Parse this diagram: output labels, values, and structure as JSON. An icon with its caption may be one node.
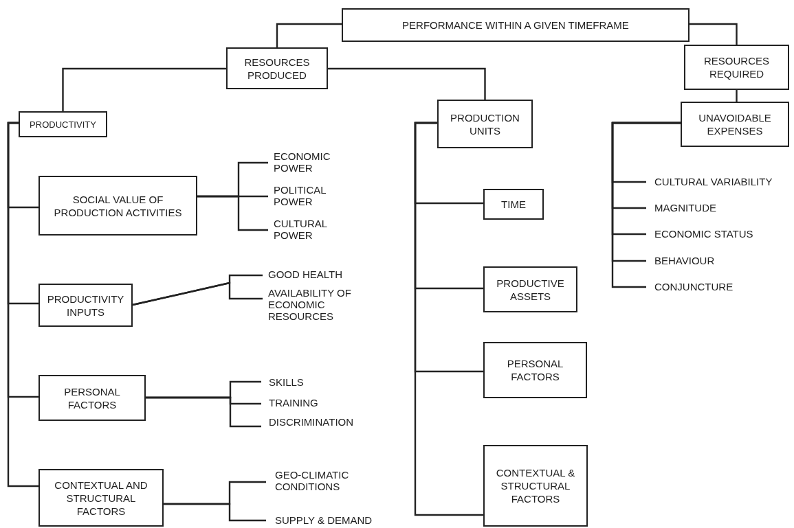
{
  "diagram": {
    "nodes": [
      {
        "text": [
          "PERFORMANCE WITHIN A GIVEN TIMEFRAME"
        ]
      },
      {
        "text": [
          "RESOURCES PRODUCED"
        ]
      },
      {
        "text": [
          "RESOURCES REQUIRED"
        ]
      },
      {
        "text": [
          "PRODUCTIVITY"
        ]
      },
      {
        "text": [
          "PRODUCTION UNITS"
        ]
      },
      {
        "text": [
          "UNAVOIDABLE EXPENSES"
        ]
      },
      {
        "text": [
          "SOCIAL VALUE OF PRODUCTION ACTIVITIES"
        ]
      },
      {
        "text": [
          "ECONOMIC POWER"
        ]
      },
      {
        "text": [
          "POLITICAL POWER"
        ]
      },
      {
        "text": [
          "CULTURAL POWER"
        ]
      },
      {
        "text": [
          "PRODUCTIVITY INPUTS"
        ]
      },
      {
        "text": [
          "GOOD HEALTH"
        ]
      },
      {
        "text": [
          "AVAILABILITY OF ECONOMIC RESOURCES"
        ]
      },
      {
        "text": [
          "PERSONAL FACTORS"
        ]
      },
      {
        "text": [
          "SKILLS"
        ]
      },
      {
        "text": [
          "TRAINING"
        ]
      },
      {
        "text": [
          "DISCRIMINATION"
        ]
      },
      {
        "text": [
          "CONTEXTUAL AND STRUCTURAL FACTORS"
        ]
      },
      {
        "text": [
          "GEO-CLIMATIC CONDITIONS"
        ]
      },
      {
        "text": [
          "SUPPLY & DEMAND"
        ]
      },
      {
        "text": [
          "TIME"
        ]
      },
      {
        "text": [
          "PRODUCTIVE ASSETS"
        ]
      },
      {
        "text": [
          "PERSONAL FACTORS"
        ]
      },
      {
        "text": [
          "CONTEXTUAL & STRUCTURAL FACTORS"
        ]
      },
      {
        "text": [
          "CULTURAL VARIABILITY"
        ]
      },
      {
        "text": [
          "MAGNITUDE"
        ]
      },
      {
        "text": [
          "ECONOMIC STATUS"
        ]
      },
      {
        "text": [
          "BEHAVIOUR"
        ]
      },
      {
        "text": [
          "CONJUNCTURE"
        ]
      }
    ],
    "edges": [
      {
        "from": 0,
        "to": 1,
        "arrow": "none"
      },
      {
        "from": 0,
        "to": 2,
        "arrow": "none"
      },
      {
        "from": 1,
        "to": 3,
        "arrow": "none"
      },
      {
        "from": 1,
        "to": 4,
        "arrow": "none"
      },
      {
        "from": 2,
        "to": 5,
        "arrow": "none"
      },
      {
        "from": 3,
        "to": 6,
        "arrow": "none"
      },
      {
        "from": 3,
        "to": 10,
        "arrow": "none"
      },
      {
        "from": 3,
        "to": 13,
        "arrow": "none"
      },
      {
        "from": 3,
        "to": 17,
        "arrow": "none"
      },
      {
        "from": 6,
        "to": 7,
        "arrow": "none"
      },
      {
        "from": 6,
        "to": 8,
        "arrow": "none"
      },
      {
        "from": 6,
        "to": 9,
        "arrow": "none"
      },
      {
        "from": 10,
        "to": 11,
        "arrow": "none"
      },
      {
        "from": 10,
        "to": 12,
        "arrow": "none"
      },
      {
        "from": 13,
        "to": 14,
        "arrow": "none"
      },
      {
        "from": 13,
        "to": 15,
        "arrow": "none"
      },
      {
        "from": 13,
        "to": 16,
        "arrow": "none"
      },
      {
        "from": 17,
        "to": 18,
        "arrow": "none"
      },
      {
        "from": 17,
        "to": 19,
        "arrow": "none"
      },
      {
        "from": 4,
        "to": 20,
        "arrow": "none"
      },
      {
        "from": 4,
        "to": 21,
        "arrow": "none"
      },
      {
        "from": 4,
        "to": 22,
        "arrow": "none"
      },
      {
        "from": 4,
        "to": 23,
        "arrow": "none"
      },
      {
        "from": 5,
        "to": 24,
        "arrow": "none"
      },
      {
        "from": 5,
        "to": 25,
        "arrow": "none"
      },
      {
        "from": 5,
        "to": 26,
        "arrow": "none"
      },
      {
        "from": 5,
        "to": 27,
        "arrow": "none"
      },
      {
        "from": 5,
        "to": 28,
        "arrow": "none"
      }
    ]
  }
}
